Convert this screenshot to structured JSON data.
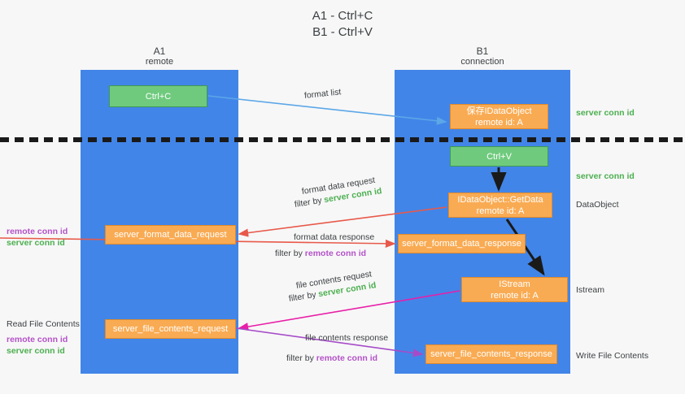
{
  "title": {
    "line1": "A1 - Ctrl+C",
    "line2": "B1 - Ctrl+V"
  },
  "lanes": [
    {
      "id": "a1",
      "name": "A1",
      "sub": "remote",
      "color": "#4285e8"
    },
    {
      "id": "b1",
      "name": "B1",
      "sub": "connection",
      "color": "#4285e8"
    }
  ],
  "boxes": {
    "ctrl_c": {
      "line1": "Ctrl+C",
      "line2": "",
      "color": "#6fca7d"
    },
    "idataobject": {
      "line1": "保存IDataObject",
      "line2": "remote id: A",
      "color": "#f9ab53"
    },
    "ctrl_v": {
      "line1": "Ctrl+V",
      "line2": "",
      "color": "#6fca7d"
    },
    "getdata": {
      "line1": "IDataObject::GetData",
      "line2": "remote id: A",
      "color": "#f9ab53"
    },
    "format_data_request": {
      "line1": "server_format_data_request",
      "line2": "",
      "color": "#f9ab53"
    },
    "format_data_response": {
      "line1": "server_format_data_response",
      "line2": "",
      "color": "#f9ab53"
    },
    "istream": {
      "line1": "IStream",
      "line2": "remote id: A",
      "color": "#f9ab53"
    },
    "file_contents_request": {
      "line1": "server_file_contents_request",
      "line2": "",
      "color": "#f9ab53"
    },
    "file_contents_response": {
      "line1": "server_file_contents_response",
      "line2": "",
      "color": "#f9ab53"
    }
  },
  "notes": {
    "format_list": "format list",
    "format_data_request": "format data request",
    "filter_by": "filter by ",
    "server_conn_id": "server conn id",
    "remote_conn_id": "remote conn id",
    "format_data_response": "format data response",
    "file_contents_request": "file contents request",
    "file_contents_response": "file contents response"
  },
  "side_labels": {
    "right_server_conn_1": "server conn id",
    "right_server_conn_2": "server conn id",
    "data_object": "DataObject",
    "istream": "Istream",
    "write_file_contents": "Write File Contents",
    "read_file_contents": "Read File Contents",
    "remote_conn_id": "remote conn id",
    "server_conn_id": "server conn id"
  },
  "colors": {
    "lane": "#4285e8",
    "green_box": "#6fca7d",
    "orange_box": "#f9ab53",
    "green_text": "#4caf50",
    "purple_text": "#b452c8",
    "arrow_blue": "#5ba7e8",
    "arrow_red": "#e8594a",
    "arrow_magenta": "#e81fa8",
    "arrow_purple": "#a64bc8",
    "arrow_black": "#1a1a1a",
    "divider": "#1a1a1a",
    "background": "#f7f7f7"
  }
}
